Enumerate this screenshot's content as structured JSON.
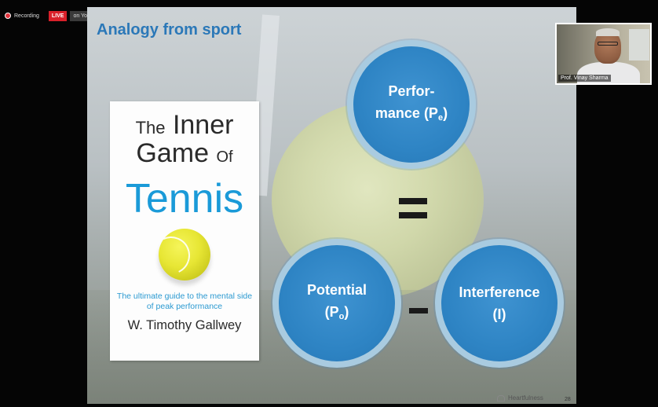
{
  "recording": {
    "recording_label": "Recording",
    "live_label": "LIVE",
    "stream_label": "on YouTube"
  },
  "slide": {
    "title": "Analogy from sport",
    "book": {
      "line1_big": "The",
      "line1_rest": "Inner",
      "line2_big": "Game",
      "line2_small": "Of",
      "line3": "Tennis",
      "subtitle": "The ultimate guide to the mental side of peak performance",
      "author": "W. Timothy Gallwey"
    },
    "performance": {
      "line1": "Perfor-",
      "line2": "mance (P",
      "sub": "e",
      "close": ")"
    },
    "potential": {
      "line1": "Potential",
      "line2": "(P",
      "sub": "o",
      "close": ")"
    },
    "interference": {
      "line1": "Interference",
      "line2": "(I)"
    },
    "footer_logo": "Heartfulness",
    "page_number": "28"
  },
  "webcam": {
    "name": "Prof. Vinay Sharma"
  }
}
